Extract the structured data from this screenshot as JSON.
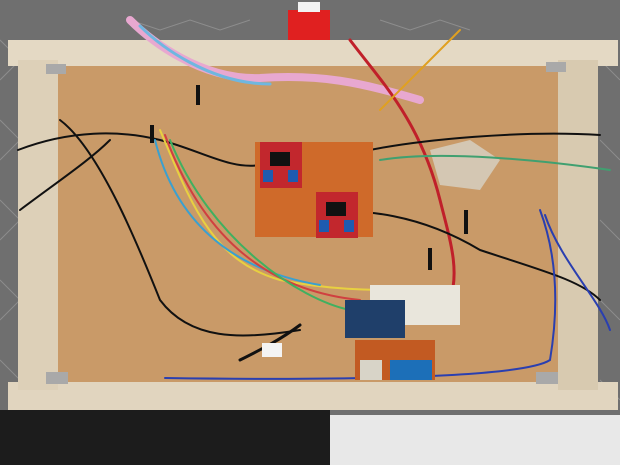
{
  "scene": {
    "subject": "wired-cardboard-electronics-panel",
    "components": [
      {
        "kind": "motor-driver-board",
        "name": "motor-driver-left"
      },
      {
        "kind": "motor-driver-board",
        "name": "motor-driver-right"
      },
      {
        "kind": "perfboard",
        "name": "orange-perfboard"
      },
      {
        "kind": "breadboard",
        "name": "mini-breadboard"
      },
      {
        "kind": "microcontroller-board",
        "name": "microcontroller-main"
      },
      {
        "kind": "microcontroller-board",
        "name": "microcontroller-blue"
      },
      {
        "kind": "terminal-block",
        "name": "white-terminal-block"
      }
    ],
    "colors": {
      "cardboard": "#c99a68",
      "wood_frame": "#e4d9c4",
      "wall": "#6f6f6f",
      "floor": "#1f1f1f",
      "driver_board": "#c2272d",
      "perfboard": "#cf6a2a",
      "accent_red": "#e02020",
      "wire_pink": "#e8a8d0"
    }
  }
}
